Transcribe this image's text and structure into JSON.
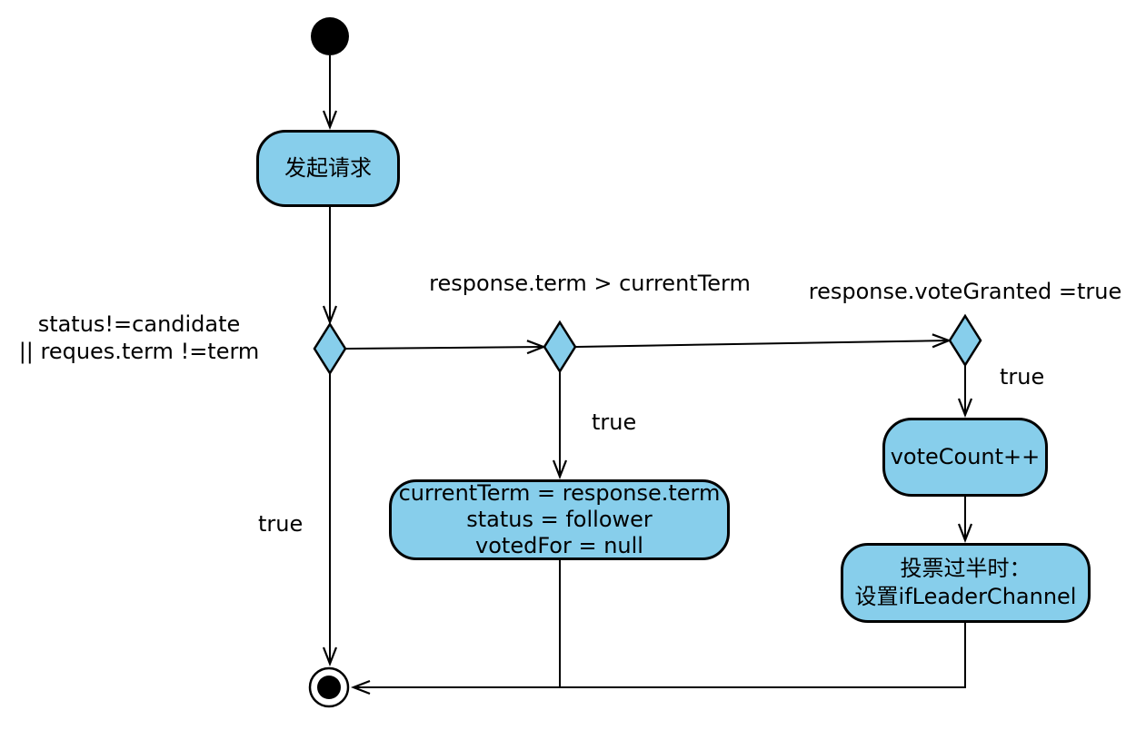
{
  "colors": {
    "node_fill": "#87CEEB",
    "node_border": "#000000",
    "edge": "#000000",
    "background": "#ffffff"
  },
  "nodes": {
    "initiate_request": {
      "label": "发起请求"
    },
    "update_state": {
      "lines": [
        "currentTerm = response.term",
        "status = follower",
        "votedFor = null"
      ]
    },
    "vote_count": {
      "label": "voteCount++"
    },
    "set_leader": {
      "lines": [
        "投票过半时：",
        "设置ifLeaderChannel"
      ]
    }
  },
  "edge_labels": {
    "cond_status": {
      "lines": [
        "status!=candidate",
        "|| reques.term !=term"
      ]
    },
    "cond_response_term": "response.term > currentTerm",
    "cond_vote_granted": "response.voteGranted =true",
    "true_to_final": "true",
    "true_to_update": "true",
    "true_to_count": "true"
  }
}
